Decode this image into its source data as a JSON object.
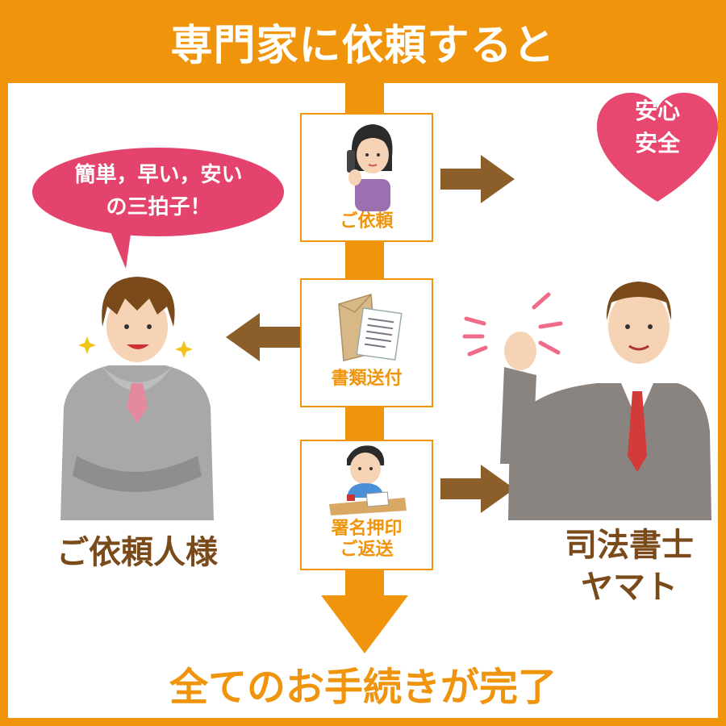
{
  "header": {
    "title": "専門家に依頼すると"
  },
  "badge": {
    "line1": "安心",
    "line2": "安全"
  },
  "bubble": {
    "line1": "簡単，早い，安い",
    "line2": "の三拍子！"
  },
  "steps": [
    {
      "label": "ご依頼",
      "icon": "phone-woman-icon"
    },
    {
      "label": "書類送付",
      "icon": "documents-envelope-icon"
    },
    {
      "label_line1": "署名押印",
      "label_line2": "ご返送",
      "icon": "signing-boy-icon"
    }
  ],
  "client": {
    "name": "ご依頼人様"
  },
  "scrivener": {
    "line1": "司法書士",
    "line2": "ヤマト"
  },
  "footer": {
    "text": "全てのお手続きが完了"
  },
  "colors": {
    "accent_orange": "#F0940C",
    "arrow_brown": "#8B5E2A",
    "heart_pink": "#E8476F",
    "label_brown": "#7A4A1A"
  }
}
